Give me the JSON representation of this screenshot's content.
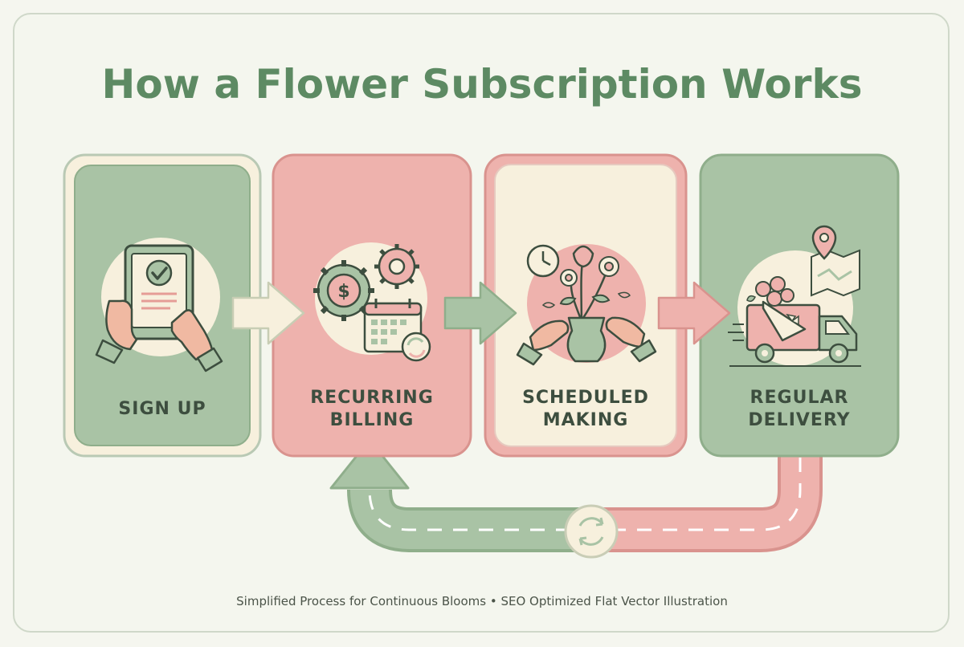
{
  "title": "How a Flower Subscription Works",
  "steps": [
    {
      "line1": "SIGN UP",
      "line2": ""
    },
    {
      "line1": "RECURRING",
      "line2": "BILLING"
    },
    {
      "line1": "SCHEDULED",
      "line2": "MAKING"
    },
    {
      "line1": "REGULAR",
      "line2": "DELIVERY"
    }
  ],
  "footer": "Simplified Process for Continuous Blooms • SEO Optimized Flat Vector Illustration",
  "icons": {
    "step1": "tablet-checkmark-icon",
    "step2": "billing-calendar-gears-icon",
    "step3": "flower-arranging-icon",
    "step4": "delivery-truck-icon",
    "loop": "refresh-cycle-icon"
  },
  "colors": {
    "green": "#a9c3a5",
    "pink": "#eeb2ad",
    "cream": "#f7f0dd",
    "title": "#5d8a63"
  }
}
